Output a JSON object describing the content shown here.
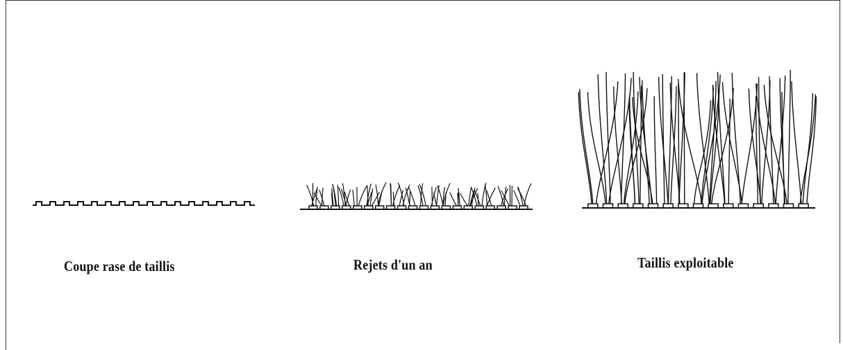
{
  "stages": [
    {
      "id": "coupe",
      "label": "Coupe rase de taillis"
    },
    {
      "id": "rejets",
      "label": "Rejets d'un an"
    },
    {
      "id": "taillis",
      "label": "Taillis exploitable"
    }
  ],
  "colors": {
    "stroke": "#111111",
    "background": "#ffffff",
    "border": "#333333"
  }
}
